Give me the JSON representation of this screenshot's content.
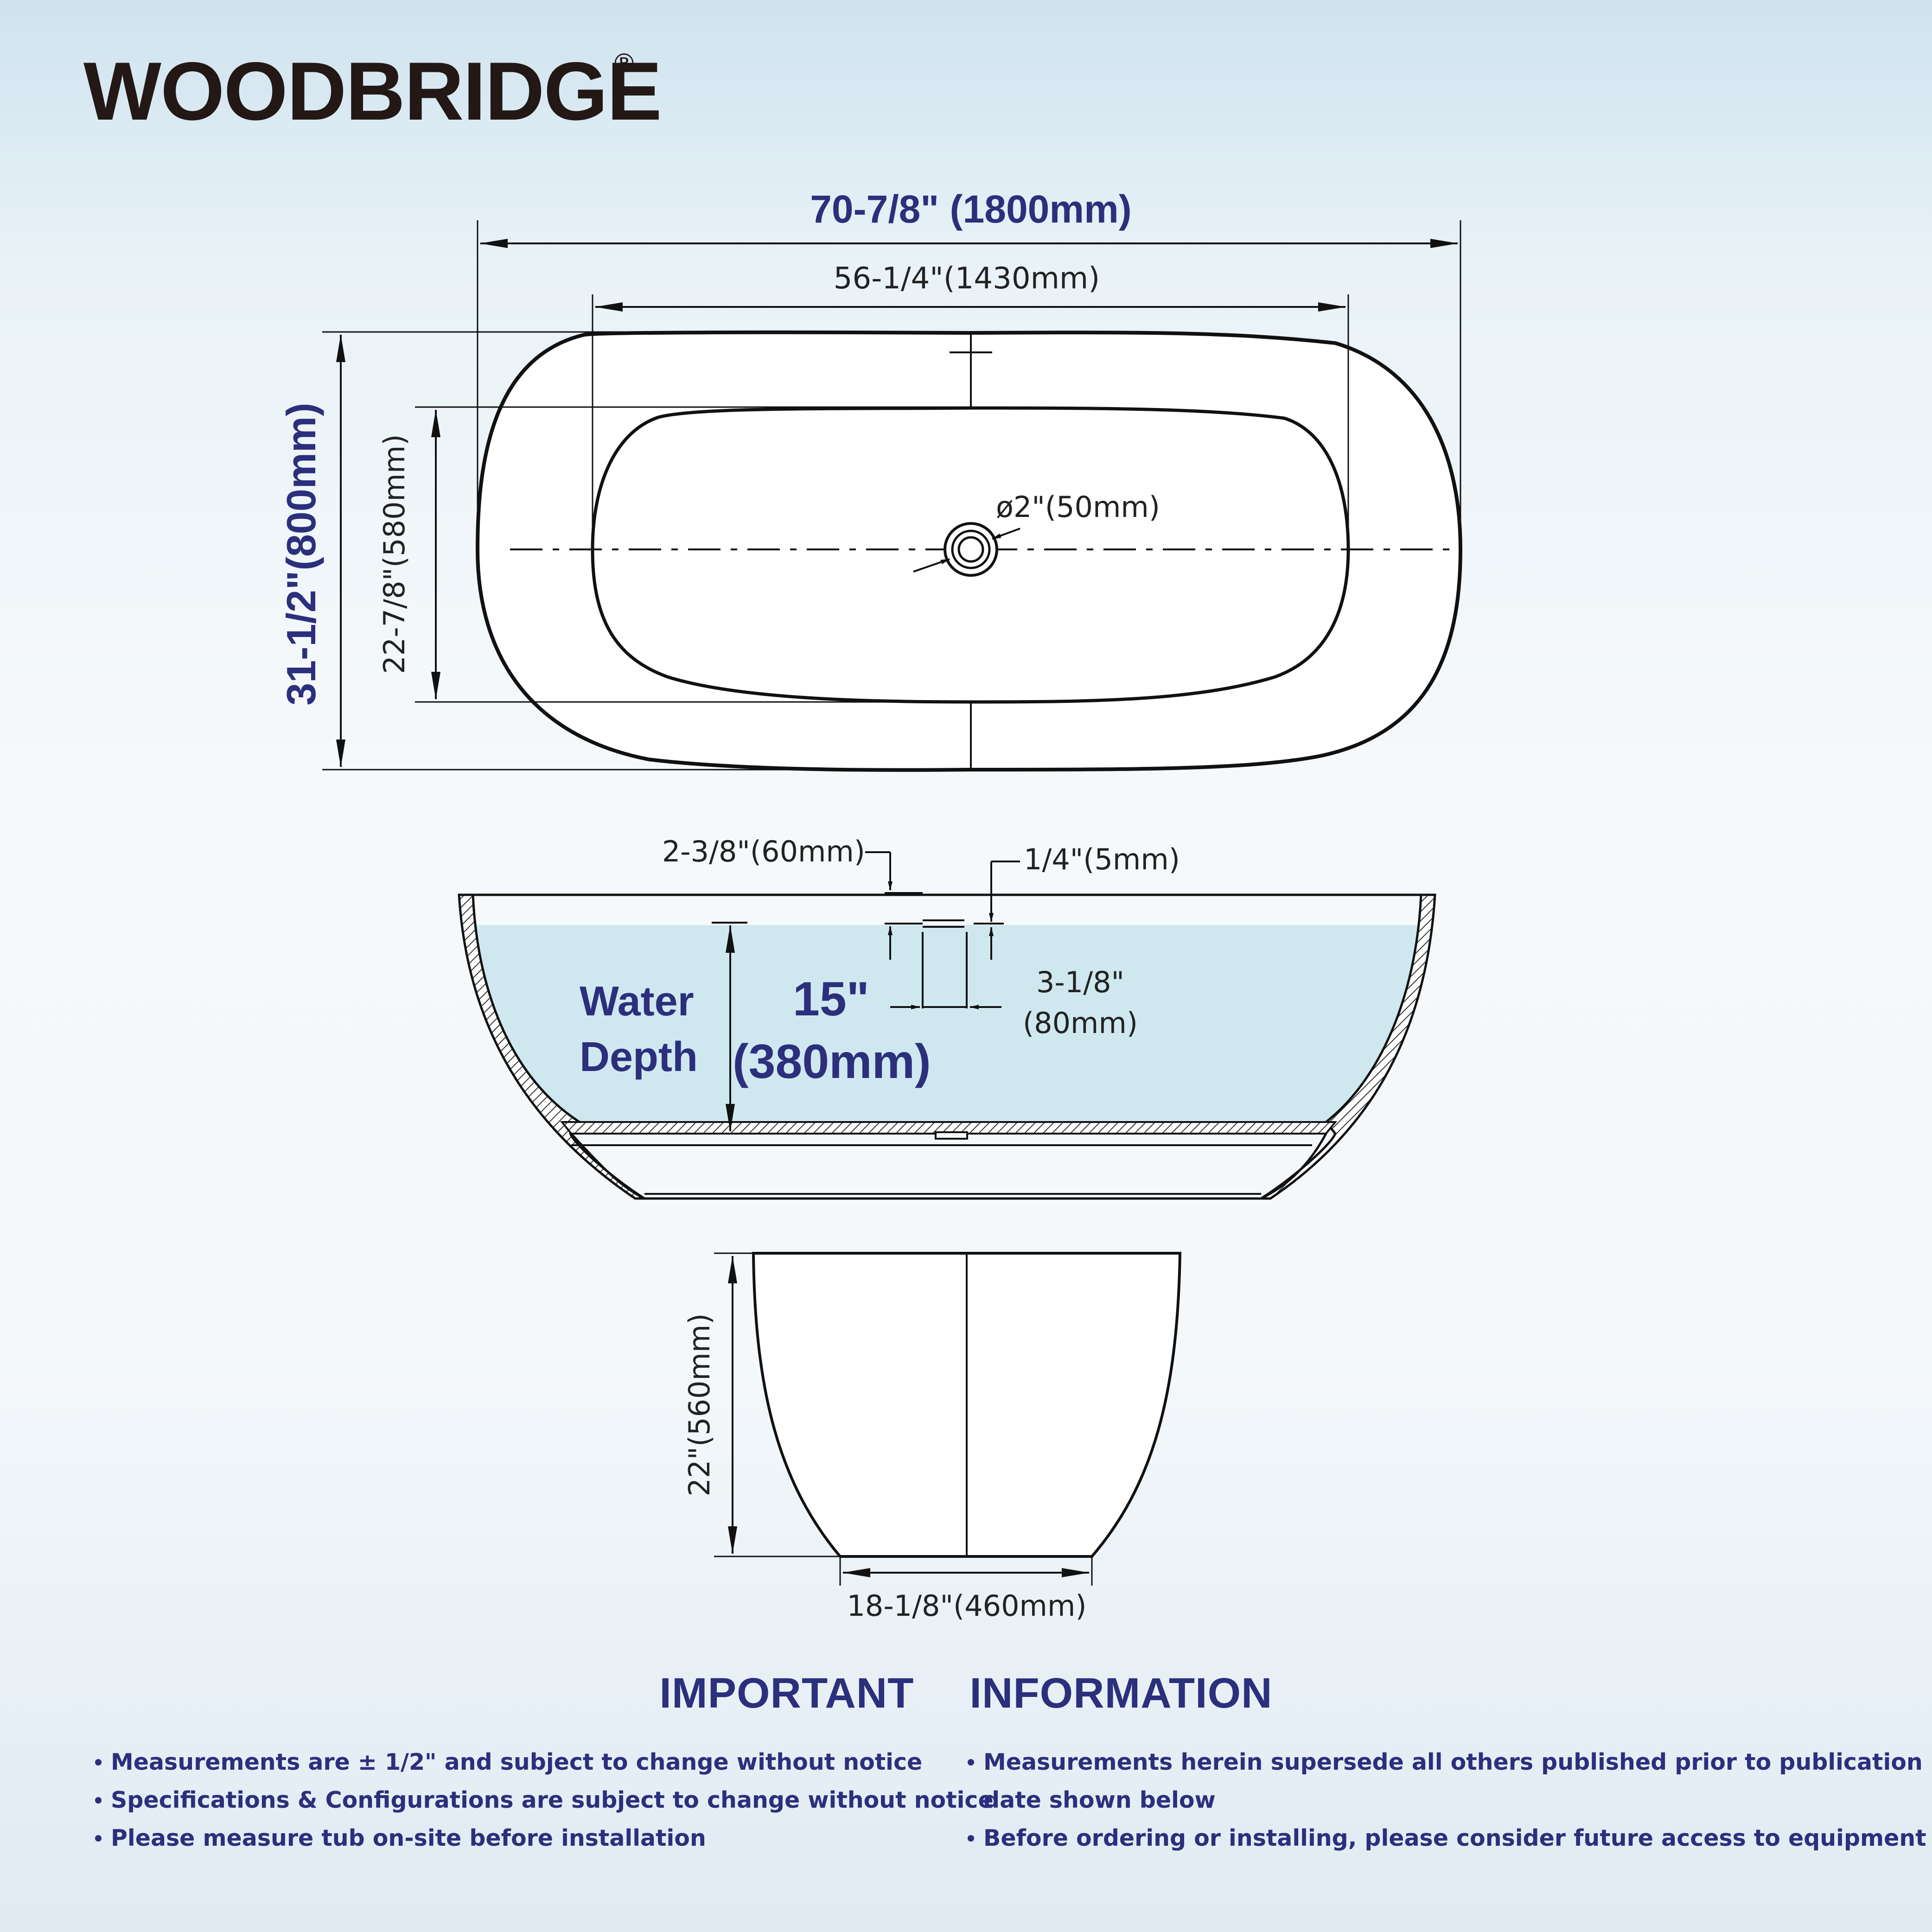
{
  "brand": {
    "name": "WOODBRIDGE",
    "registered": "®"
  },
  "top_view": {
    "overall_length": "70-7/8\" (1800mm)",
    "inner_length": "56-1/4\"(1430mm)",
    "overall_width": "31-1/2\"(800mm)",
    "inner_width": "22-7/8\"(580mm)",
    "drain_diameter": "ø2\"(50mm)"
  },
  "side_view": {
    "rim_thickness": "2-3/8\"(60mm)",
    "drain_thickness": "1/4\"(5mm)",
    "water_depth_label_line1": "Water",
    "water_depth_label_line2": "Depth",
    "water_depth_value": "15\"",
    "water_depth_metric": "(380mm)",
    "drain_width_line1": "3-1/8\"",
    "drain_width_line2": "(80mm)"
  },
  "base_view": {
    "height": "22\"(560mm)",
    "bottom_width": "18-1/8\"(460mm)"
  },
  "important_information": {
    "title_word1": "IMPORTANT",
    "title_word2": "INFORMATION",
    "left_notes": [
      "Measurements are ± 1/2\" and subject to change without notice",
      "Specifications & Configurations are subject to change without notice",
      "Please measure tub on-site before installation"
    ],
    "right_notes": [
      "Measurements herein supersede all others published prior to publication",
      "date shown below",
      "Before ordering or installing, please consider future access to equipment"
    ]
  },
  "colors": {
    "accent": "#2b2f7c",
    "line": "#111111",
    "water": "#cfe8f0",
    "background_top": "#cfe3ef"
  }
}
